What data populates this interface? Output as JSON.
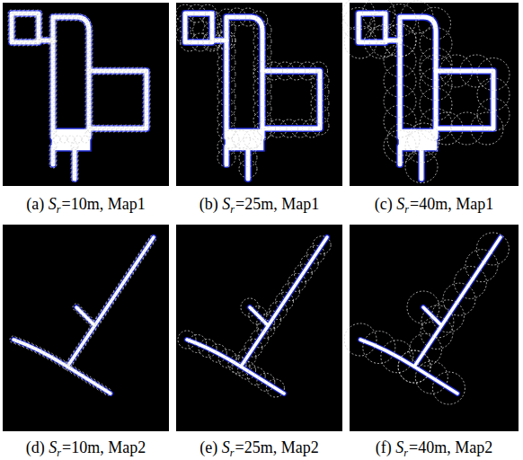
{
  "diagram": {
    "labels": [
      "(a)",
      "S",
      "r",
      "=10m, Map1",
      "(b)",
      "S",
      "r",
      "=25m, Map1",
      "(c)",
      "S",
      "r",
      "=40m, Map1",
      "(d)",
      "S",
      "r",
      "=10m, Map2",
      "(e)",
      "S",
      "r",
      "=25m, Map2",
      "(f)",
      "S",
      "r",
      "=40m, Map2"
    ]
  }
}
